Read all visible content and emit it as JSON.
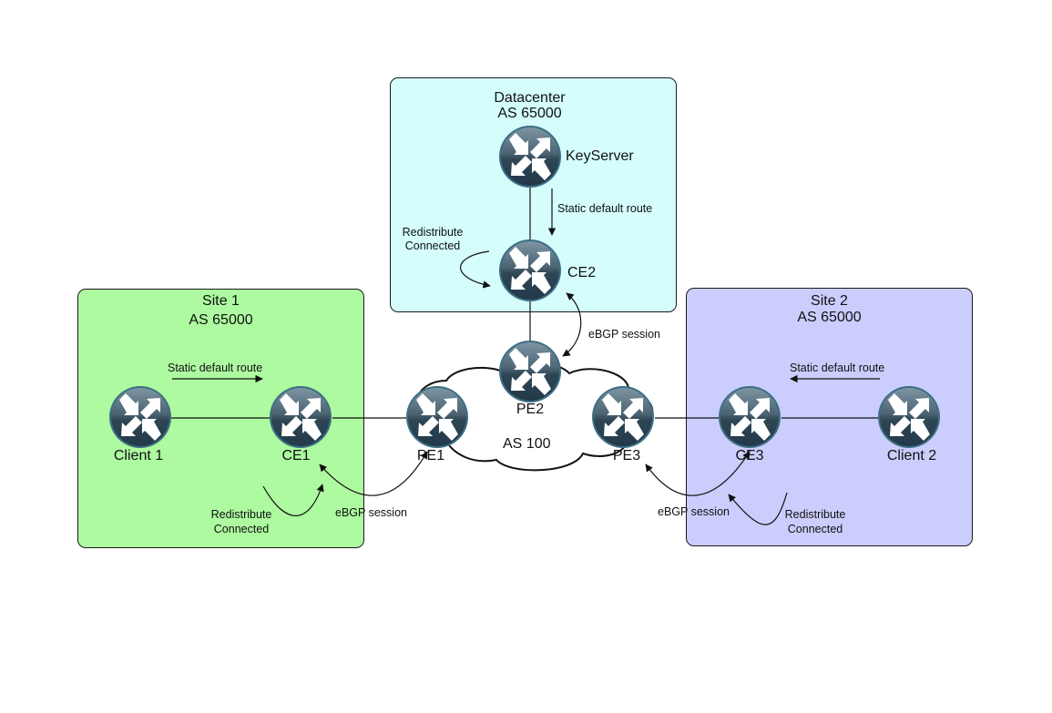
{
  "zones": {
    "datacenter": {
      "title": "Datacenter",
      "subtitle": "AS 65000",
      "color": "#d4fdfc"
    },
    "site1": {
      "title": "Site 1",
      "subtitle": "AS 65000",
      "color": "#adfaa0"
    },
    "site2": {
      "title": "Site 2",
      "subtitle": "AS 65000",
      "color": "#cbcdfd"
    }
  },
  "cloud": {
    "label": "AS 100"
  },
  "routers": {
    "keyserver": {
      "label": "KeyServer"
    },
    "ce2": {
      "label": "CE2"
    },
    "pe2": {
      "label": "PE2"
    },
    "pe1": {
      "label": "PE1"
    },
    "pe3": {
      "label": "PE3"
    },
    "ce1": {
      "label": "CE1"
    },
    "ce3": {
      "label": "CE3"
    },
    "client1": {
      "label": "Client 1"
    },
    "client2": {
      "label": "Client 2"
    }
  },
  "annotations": {
    "dc_static_route": "Static default route",
    "dc_redistribute_1": "Redistribute",
    "dc_redistribute_2": "Connected",
    "ce2_pe2_ebgp": "eBGP session",
    "site1_static_route": "Static default route",
    "site1_redistribute_1": "Redistribute",
    "site1_redistribute_2": "Connected",
    "ce1_pe1_ebgp": "eBGP session",
    "site2_static_route": "Static default route",
    "site2_redistribute_1": "Redistribute",
    "site2_redistribute_2": "Connected",
    "ce3_pe3_ebgp": "eBGP session"
  },
  "style": {
    "router_dark": "#2f4655",
    "router_light": "#6c8594",
    "router_rim": "#3b6f84",
    "line": "#111111"
  }
}
